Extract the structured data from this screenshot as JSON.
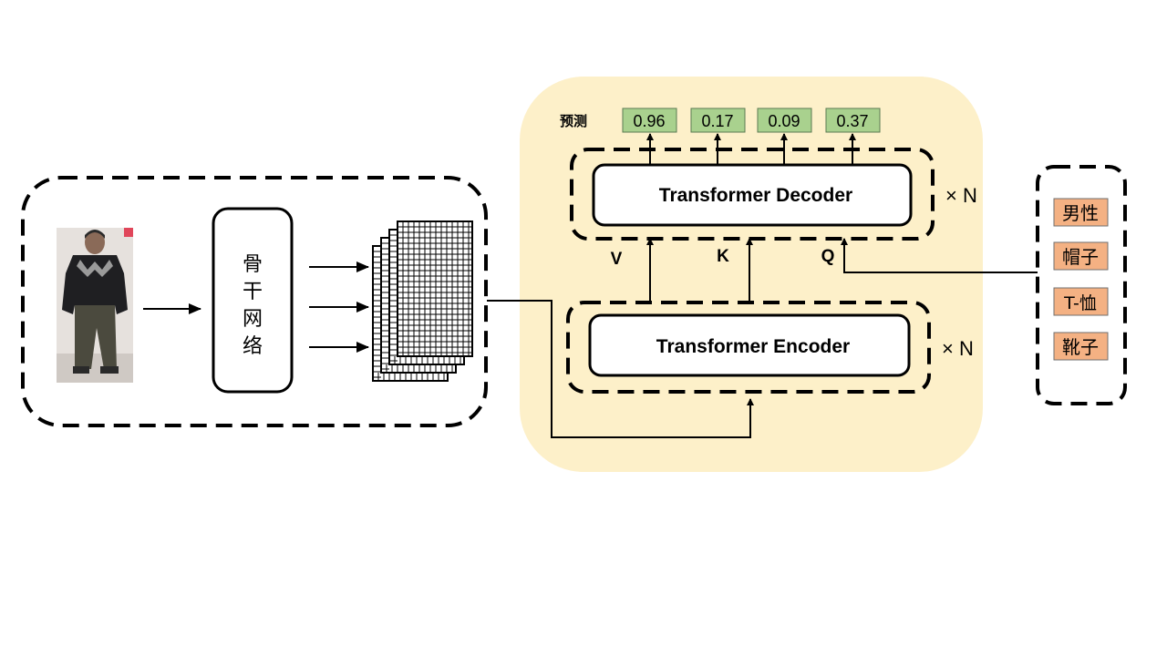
{
  "backbone": {
    "label_chars": [
      "骨",
      "干",
      "网",
      "络"
    ]
  },
  "transformer": {
    "decoder_label": "Transformer Decoder",
    "encoder_label": "Transformer Encoder",
    "decoder_repeat": "× N",
    "encoder_repeat": "× N",
    "inputs": {
      "v": "V",
      "k": "K",
      "q": "Q"
    }
  },
  "predictions": {
    "label": "预测",
    "values": [
      "0.96",
      "0.17",
      "0.09",
      "0.37"
    ]
  },
  "attributes": [
    "男性",
    "帽子",
    "T-恤",
    "靴子"
  ],
  "colors": {
    "transformer_bg": "#fdf0c9",
    "prediction_fill": "#a9d18e",
    "attribute_fill": "#f4b183"
  }
}
